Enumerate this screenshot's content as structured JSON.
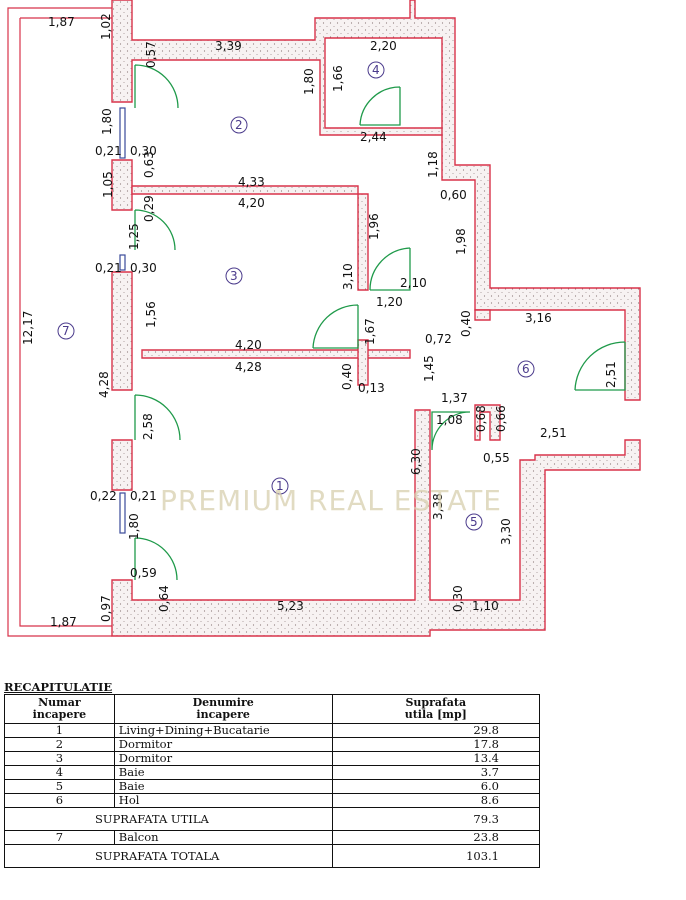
{
  "plan": {
    "rooms": [
      {
        "id": "1",
        "name": "Living+Dining+Bucatarie"
      },
      {
        "id": "2",
        "name": "Dormitor"
      },
      {
        "id": "3",
        "name": "Dormitor"
      },
      {
        "id": "4",
        "name": "Baie"
      },
      {
        "id": "5",
        "name": "Baie"
      },
      {
        "id": "6",
        "name": "Hol"
      },
      {
        "id": "7",
        "name": "Balcon"
      }
    ],
    "dims": [
      "1,87",
      "1,02",
      "0,57",
      "3,39",
      "2,20",
      "1,80",
      "1,66",
      "2,44",
      "1,80",
      "0,21",
      "0,30",
      "0,63",
      "1,05",
      "1,18",
      "4,33",
      "4,20",
      "0,29",
      "0,60",
      "1,25",
      "1,96",
      "1,98",
      "0,21",
      "0,30",
      "3,10",
      "2,10",
      "1,20",
      "12,17",
      "1,56",
      "0,40",
      "3,16",
      "1,67",
      "0,72",
      "4,20",
      "2,51",
      "4,28",
      "4,28",
      "0,40",
      "0,13",
      "1,45",
      "2,58",
      "1,37",
      "1,08",
      "0,68",
      "0,66",
      "2,51",
      "0,55",
      "6,30",
      "0,22",
      "0,21",
      "3,38",
      "3,30",
      "1,80",
      "0,59",
      "0,64",
      "0,97",
      "0,30",
      "5,23",
      "1,87",
      "1,10"
    ],
    "watermark": "PREMIUM REAL ESTATE"
  },
  "summary": {
    "title": "RECAPITULATIE",
    "headers": [
      "Numar\nincapere",
      "Denumire\nincapere",
      "Suprafata\nutila  [mp]"
    ],
    "rows": [
      [
        "1",
        "Living+Dining+Bucatarie",
        "29.8"
      ],
      [
        "2",
        "Dormitor",
        "17.8"
      ],
      [
        "3",
        "Dormitor",
        "13.4"
      ],
      [
        "4",
        "Baie",
        "3.7"
      ],
      [
        "5",
        "Baie",
        "6.0"
      ],
      [
        "6",
        "Hol",
        "8.6"
      ]
    ],
    "utila_label": "SUPRAFATA  UTILA",
    "utila_value": "79.3",
    "balcon": [
      "7",
      "Balcon",
      "23.8"
    ],
    "totala_label": "SUPRAFATA  TOTALA",
    "totala_value": "103.1"
  },
  "colors": {
    "wall_outline": "#d8334a",
    "wall_fill": "#f6f0f0",
    "window": "#3a4a9a",
    "door": "#1f9a4a",
    "label": "#4b3b8c"
  }
}
